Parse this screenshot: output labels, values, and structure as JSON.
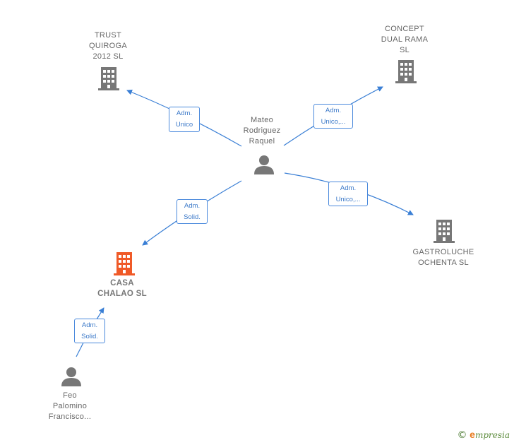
{
  "nodes": {
    "person_mateo": {
      "lines": [
        "Mateo",
        "Rodriguez",
        "Raquel"
      ],
      "type": "person"
    },
    "person_feo": {
      "lines": [
        "Feo",
        "Palomino",
        "Francisco..."
      ],
      "type": "person"
    },
    "company_trust": {
      "lines": [
        "TRUST",
        "QUIROGA",
        "2012 SL"
      ],
      "type": "company"
    },
    "company_concept": {
      "lines": [
        "CONCEPT",
        "DUAL RAMA",
        "SL"
      ],
      "type": "company"
    },
    "company_gastroluche": {
      "lines": [
        "GASTROLUCHE",
        "OCHENTA  SL"
      ],
      "type": "company"
    },
    "company_casa": {
      "lines": [
        "CASA",
        "CHALAO  SL"
      ],
      "type": "company-highlight"
    }
  },
  "edges": [
    {
      "from": "person_mateo",
      "to": "company_trust",
      "lines": [
        "Adm.",
        "Unico"
      ]
    },
    {
      "from": "person_mateo",
      "to": "company_concept",
      "lines": [
        "Adm.",
        "Unico,..."
      ]
    },
    {
      "from": "person_mateo",
      "to": "company_gastroluche",
      "lines": [
        "Adm.",
        "Unico,..."
      ]
    },
    {
      "from": "person_mateo",
      "to": "company_casa",
      "lines": [
        "Adm.",
        "Solid."
      ]
    },
    {
      "from": "person_feo",
      "to": "company_casa",
      "lines": [
        "Adm.",
        "Solid."
      ]
    }
  ],
  "colors": {
    "edge": "#3a7fd5",
    "icon_gray": "#777777",
    "icon_highlight": "#f05a28"
  },
  "footer": {
    "copyright": "©",
    "brand_first": "e",
    "brand_rest": "mpresia"
  }
}
